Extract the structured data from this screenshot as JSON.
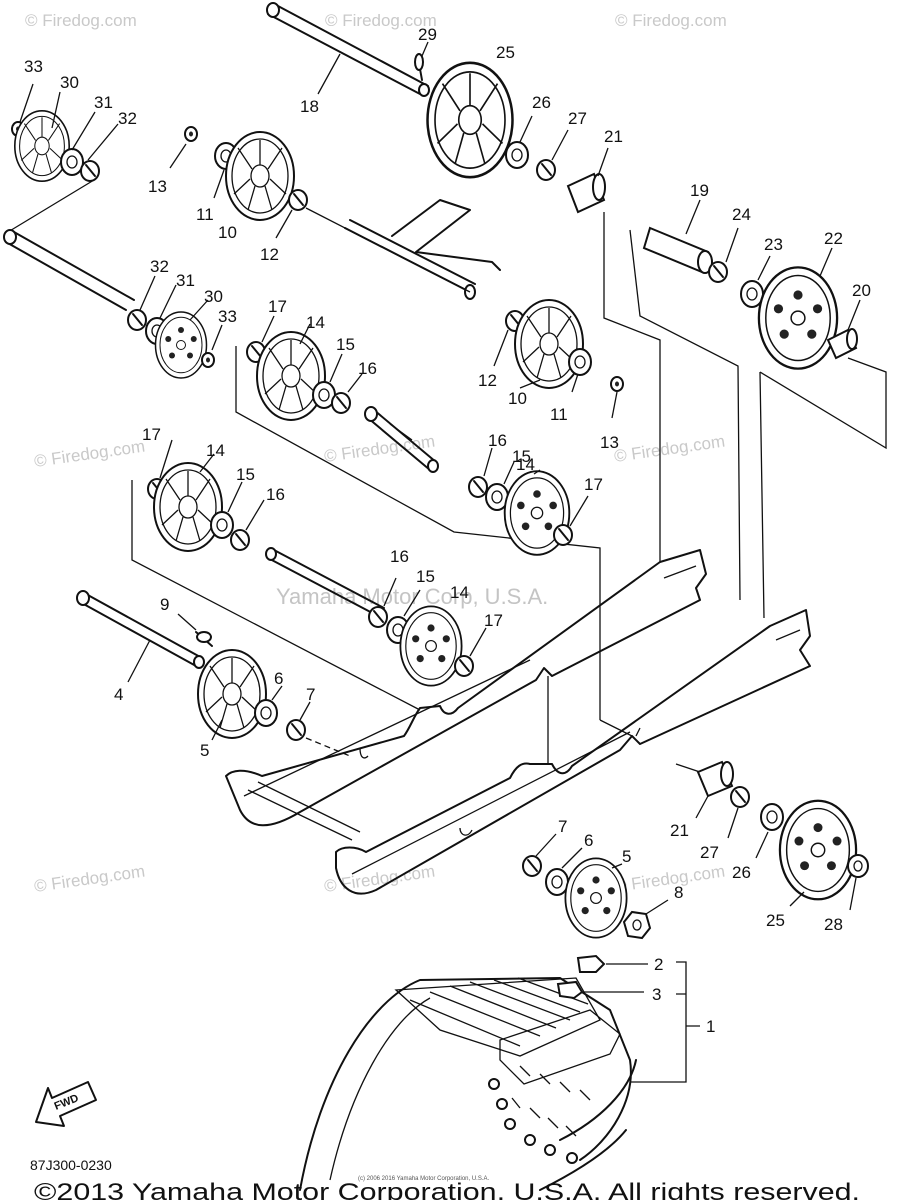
{
  "watermarks": {
    "site": "© Firedog.com",
    "manufacturer": "Yamaha Motor Corp, U.S.A."
  },
  "callouts": [
    "33",
    "30",
    "31",
    "32",
    "13",
    "11",
    "10",
    "12",
    "29",
    "18",
    "25",
    "26",
    "27",
    "21",
    "19",
    "24",
    "23",
    "22",
    "20",
    "32",
    "31",
    "30",
    "33",
    "17",
    "14",
    "15",
    "16",
    "12",
    "10",
    "11",
    "13",
    "17",
    "14",
    "15",
    "16",
    "16",
    "15",
    "14",
    "17",
    "16",
    "15",
    "14",
    "17",
    "9",
    "4",
    "5",
    "6",
    "7",
    "21",
    "27",
    "26",
    "25",
    "28",
    "7",
    "6",
    "5",
    "8",
    "2",
    "3",
    "1"
  ],
  "fwd_label": "FWD",
  "diagram_code": "87J300-0230",
  "fine_print": "(c) 2006 2016 Yamaha Motor Corporation, U.S.A.",
  "copyright": "©2013 Yamaha Motor Corporation, U.S.A. All rights reserved."
}
